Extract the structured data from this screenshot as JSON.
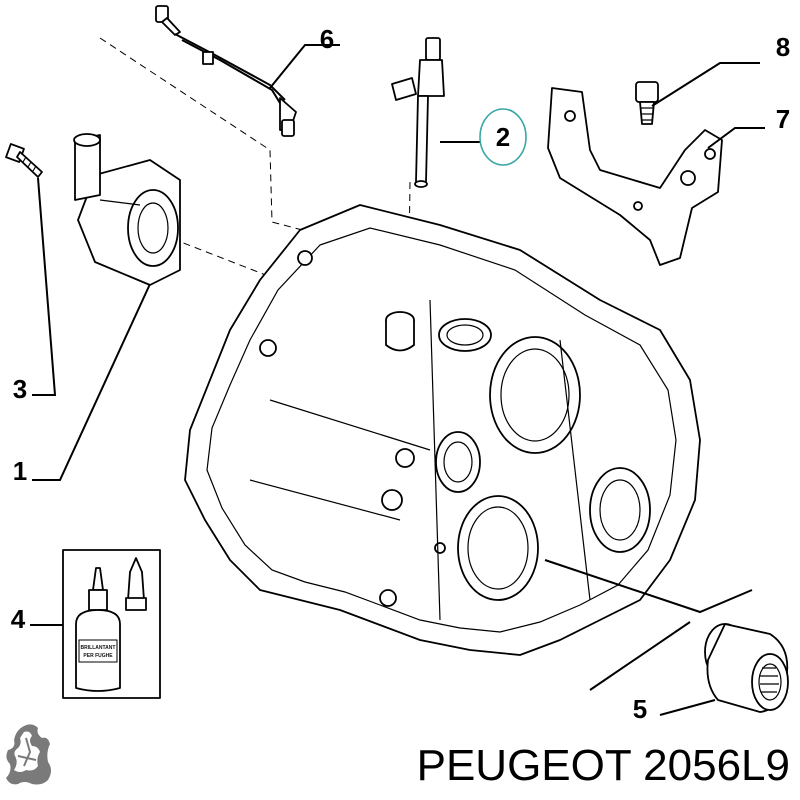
{
  "callouts": {
    "c1": "1",
    "c2": "2",
    "c3": "3",
    "c4": "4",
    "c5": "5",
    "c6": "6",
    "c7": "7",
    "c8": "8"
  },
  "kit": {
    "bottle_label_line1": "BRILLANTANT",
    "bottle_label_line2": "PER FUGHE"
  },
  "brand": {
    "text": "PEUGEOT 2056L9",
    "logo_icon": "peugeot-lion-icon"
  },
  "colors": {
    "ink": "#000000",
    "highlight": "#3aa6a6",
    "background": "#ffffff"
  }
}
